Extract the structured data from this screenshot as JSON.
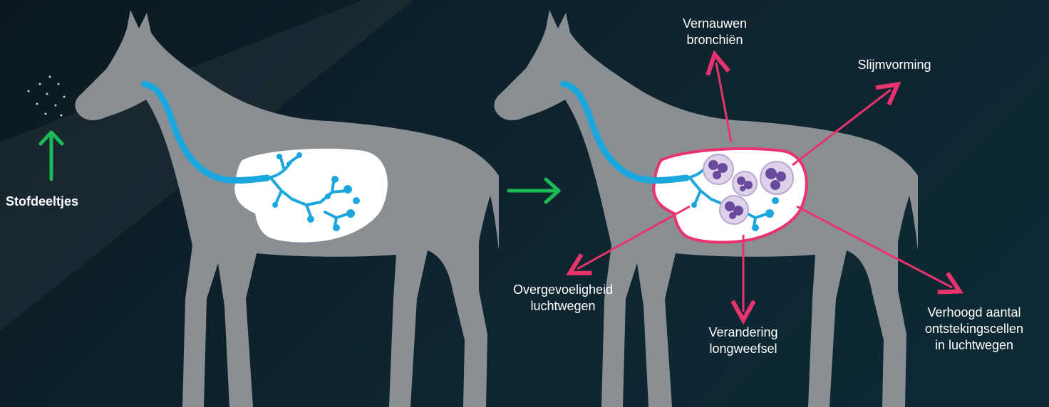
{
  "colors": {
    "background": "#0f2530",
    "horse": "#8a8f93",
    "lung_fill": "#ffffff",
    "airway": "#1aa7de",
    "particle_arrow": "#1db954",
    "effect_arrows": "#e8336e",
    "inflammation_cells": "#6a4a9c"
  },
  "left": {
    "particles_label": "Stofdeeltjes"
  },
  "effects": {
    "bronchi": [
      "Vernauwen",
      "bronchiën"
    ],
    "mucus": [
      "Slijmvorming"
    ],
    "hypersensitivity": [
      "Overgevoeligheid",
      "luchtwegen"
    ],
    "tissue": [
      "Verandering",
      "longweefsel"
    ],
    "cells": [
      "Verhoogd aantal",
      "ontstekingscellen",
      "in luchtwegen"
    ]
  }
}
